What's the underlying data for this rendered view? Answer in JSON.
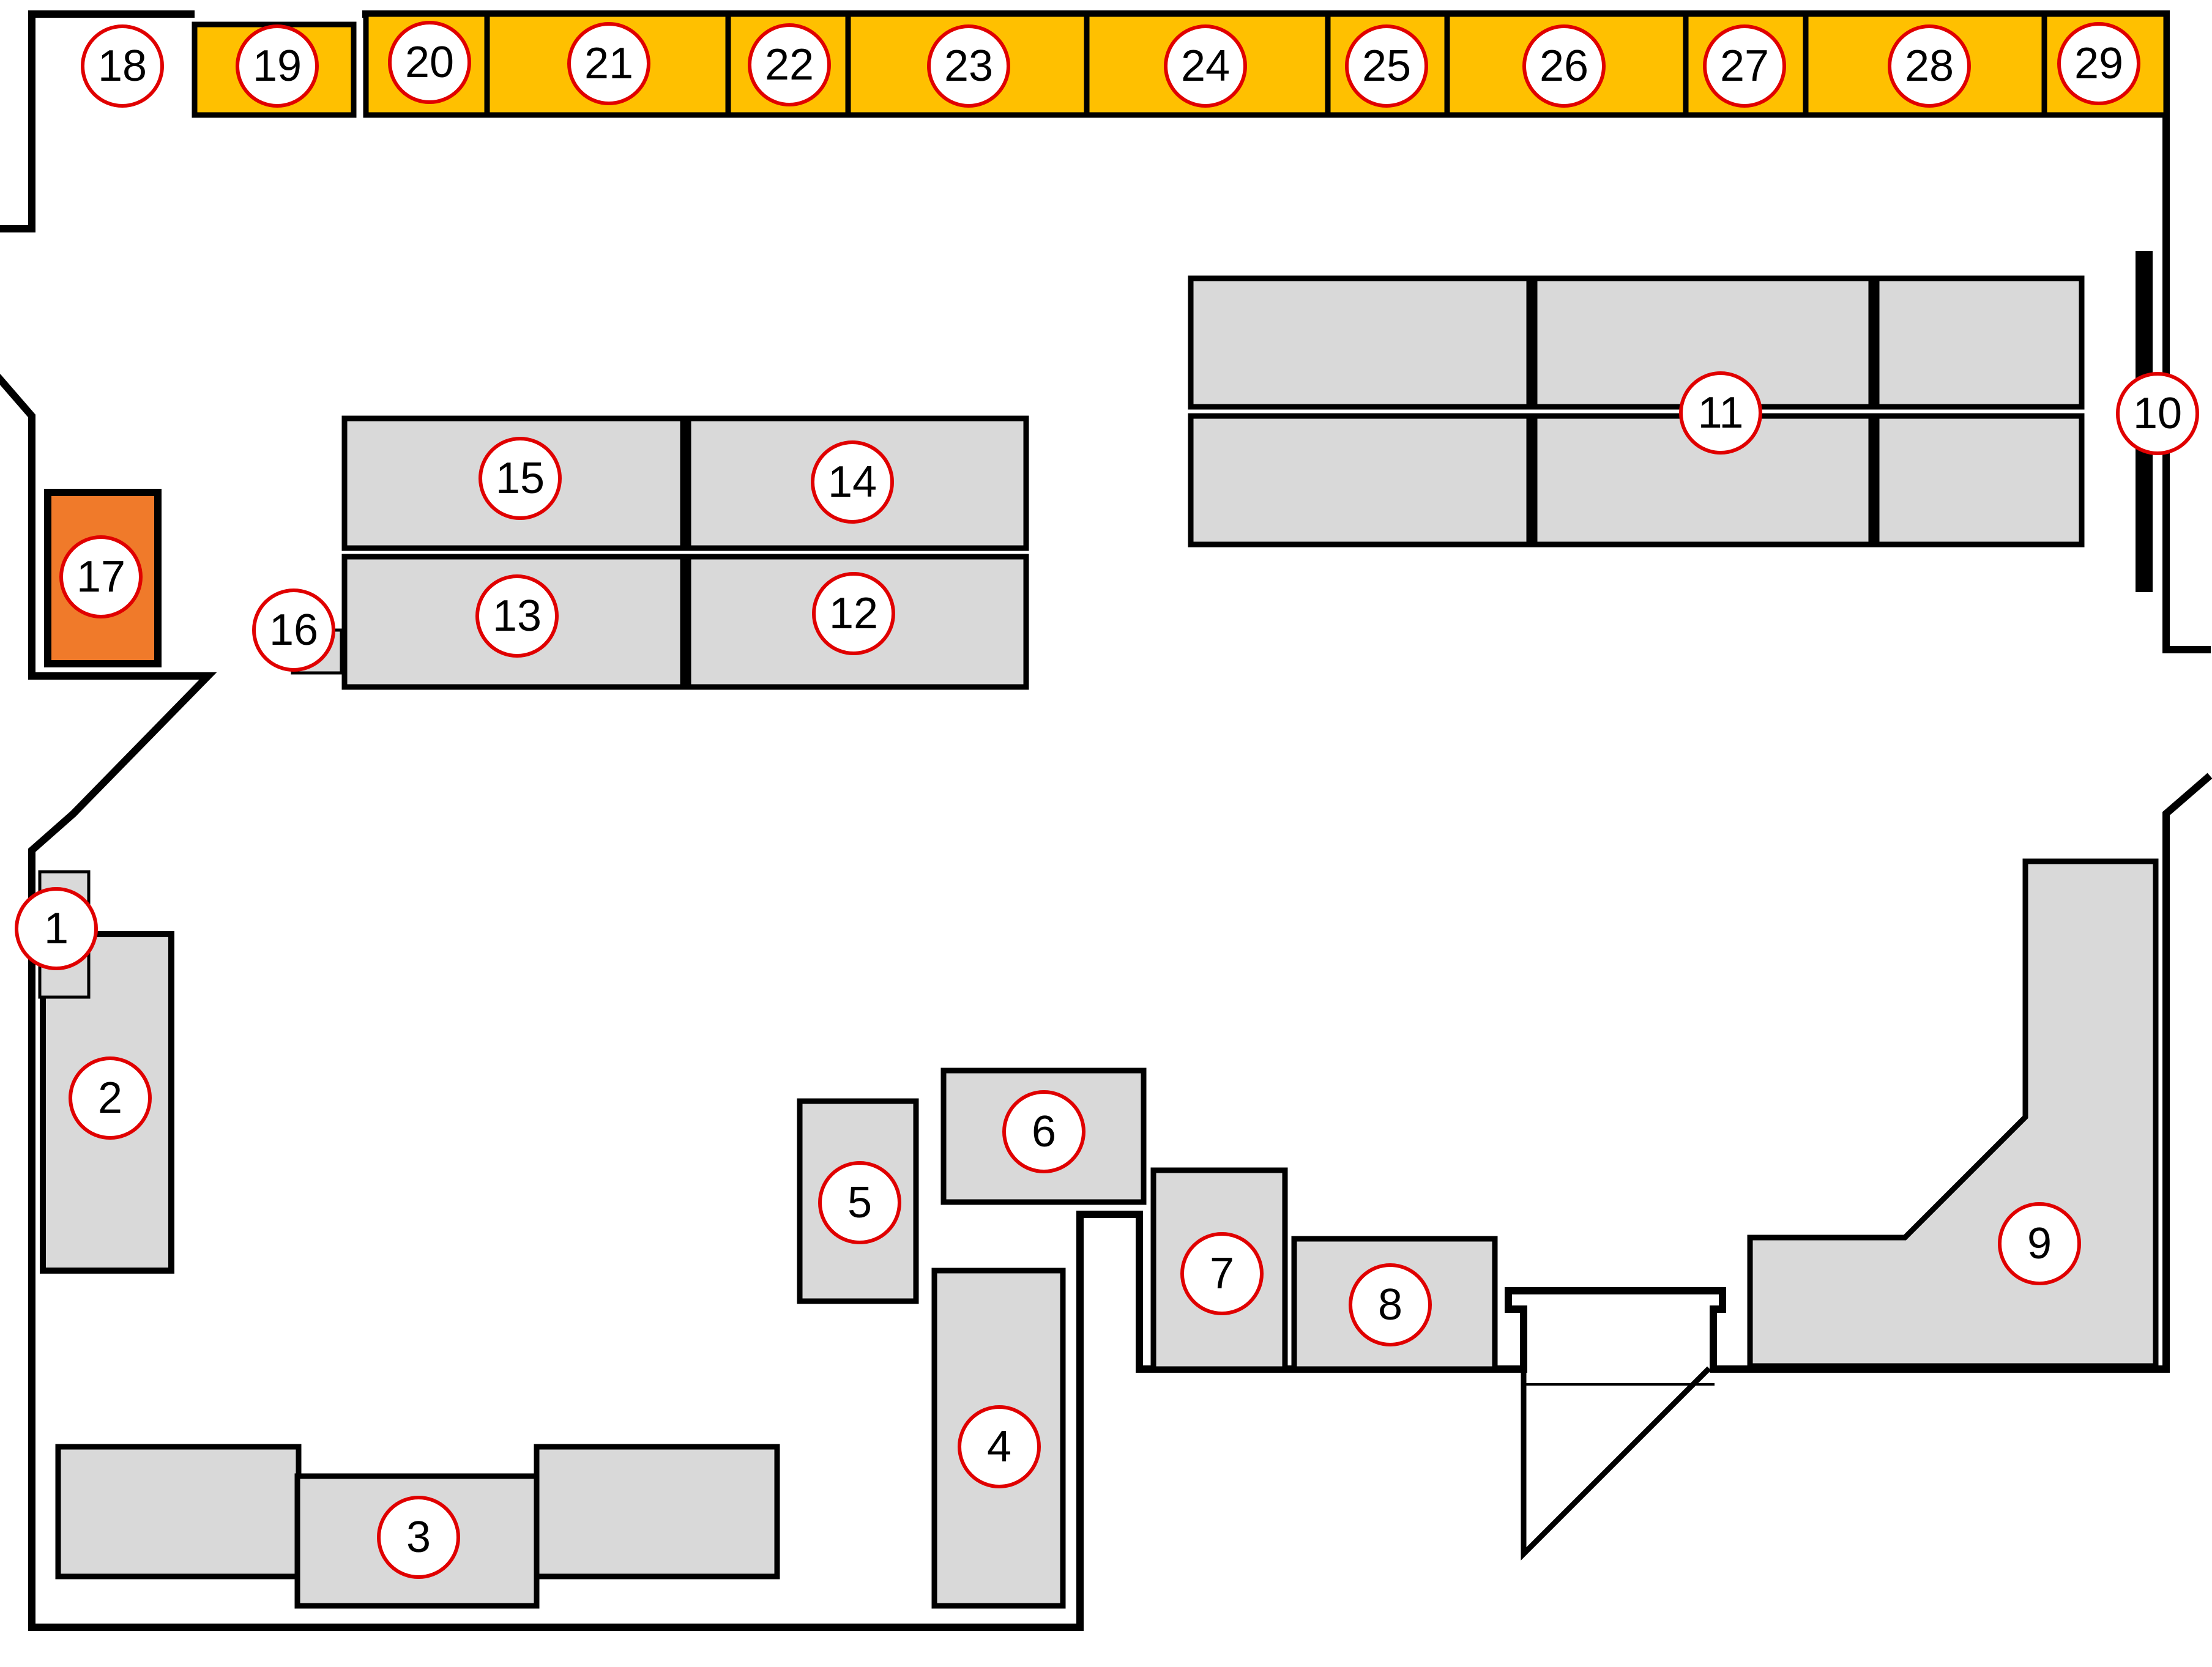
{
  "colors": {
    "shelf_gray": "#d9d9d9",
    "wall_strip_yellow": "#ffc000",
    "highlight_orange": "#f07a2a",
    "marker_outline_red": "#e00000"
  },
  "markers": [
    {
      "id": "1",
      "label": "1"
    },
    {
      "id": "2",
      "label": "2"
    },
    {
      "id": "3",
      "label": "3"
    },
    {
      "id": "4",
      "label": "4"
    },
    {
      "id": "5",
      "label": "5"
    },
    {
      "id": "6",
      "label": "6"
    },
    {
      "id": "7",
      "label": "7"
    },
    {
      "id": "8",
      "label": "8"
    },
    {
      "id": "9",
      "label": "9"
    },
    {
      "id": "10",
      "label": "10"
    },
    {
      "id": "11",
      "label": "11"
    },
    {
      "id": "12",
      "label": "12"
    },
    {
      "id": "13",
      "label": "13"
    },
    {
      "id": "14",
      "label": "14"
    },
    {
      "id": "15",
      "label": "15"
    },
    {
      "id": "16",
      "label": "16"
    },
    {
      "id": "17",
      "label": "17"
    },
    {
      "id": "18",
      "label": "18"
    },
    {
      "id": "19",
      "label": "19"
    },
    {
      "id": "20",
      "label": "20"
    },
    {
      "id": "21",
      "label": "21"
    },
    {
      "id": "22",
      "label": "22"
    },
    {
      "id": "23",
      "label": "23"
    },
    {
      "id": "24",
      "label": "24"
    },
    {
      "id": "25",
      "label": "25"
    },
    {
      "id": "26",
      "label": "26"
    },
    {
      "id": "27",
      "label": "27"
    },
    {
      "id": "28",
      "label": "28"
    },
    {
      "id": "29",
      "label": "29"
    }
  ]
}
